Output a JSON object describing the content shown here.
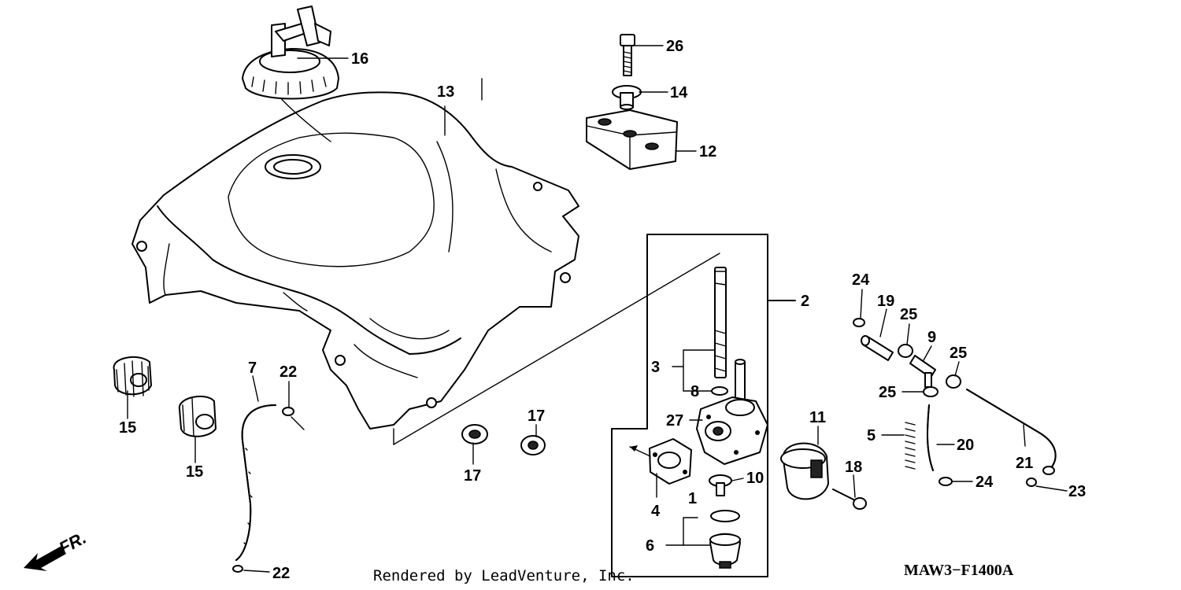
{
  "callouts": {
    "c1": "1",
    "c2": "2",
    "c3": "3",
    "c4": "4",
    "c5": "5",
    "c6": "6",
    "c7": "7",
    "c8": "8",
    "c9": "9",
    "c10": "10",
    "c11": "11",
    "c12": "12",
    "c13": "13",
    "c14": "14",
    "c15a": "15",
    "c15b": "15",
    "c16": "16",
    "c17a": "17",
    "c17b": "17",
    "c18": "18",
    "c19": "19",
    "c20": "20",
    "c21": "21",
    "c22a": "22",
    "c22b": "22",
    "c23": "23",
    "c24a": "24",
    "c24b": "24",
    "c25a": "25",
    "c25b": "25",
    "c25c": "25",
    "c26": "26",
    "c27": "27"
  },
  "footer": {
    "credit": "Rendered by LeadVenture, Inc.",
    "diagram_code": "MAW3−F1400A",
    "front_marker": "FR."
  }
}
